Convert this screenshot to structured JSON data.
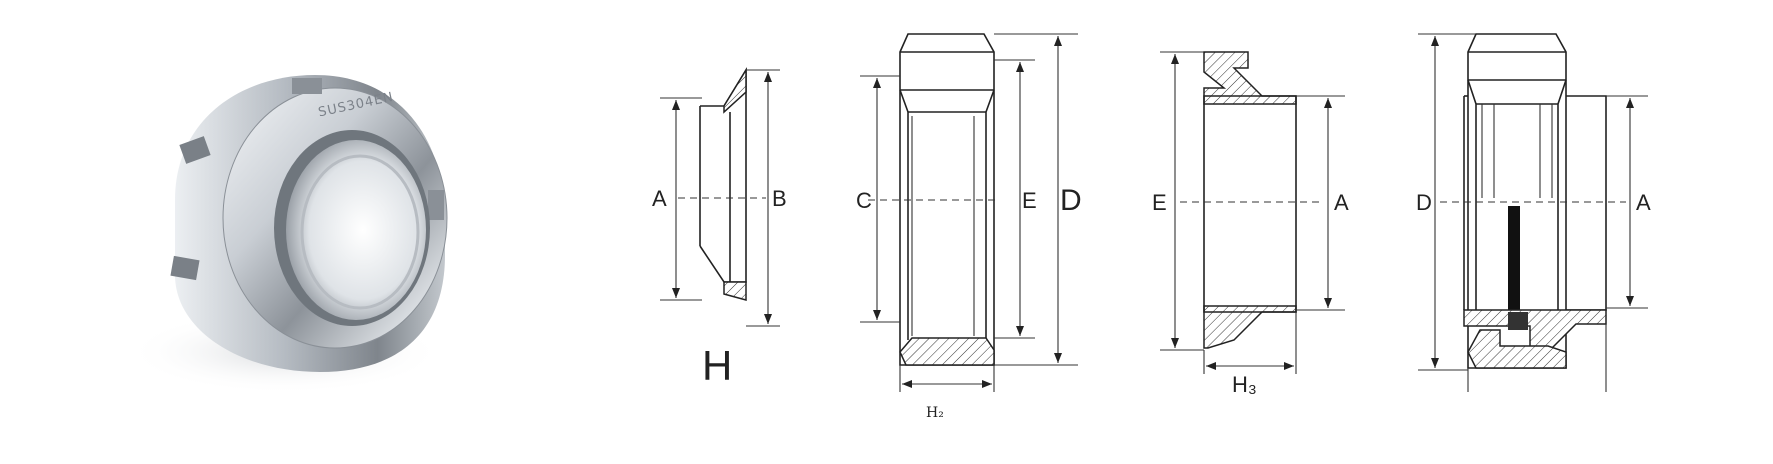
{
  "photo": {
    "engraving": "SUS304EN"
  },
  "diagrams": {
    "liner": {
      "labels": {
        "a": "A",
        "b": "B",
        "h": "H"
      }
    },
    "nut": {
      "labels": {
        "c": "C",
        "e": "E",
        "d": "D",
        "h2": "H₂"
      }
    },
    "male": {
      "labels": {
        "e": "E",
        "a": "A",
        "h3": "H₃"
      }
    },
    "assembly": {
      "labels": {
        "d": "D",
        "a": "A"
      }
    }
  }
}
